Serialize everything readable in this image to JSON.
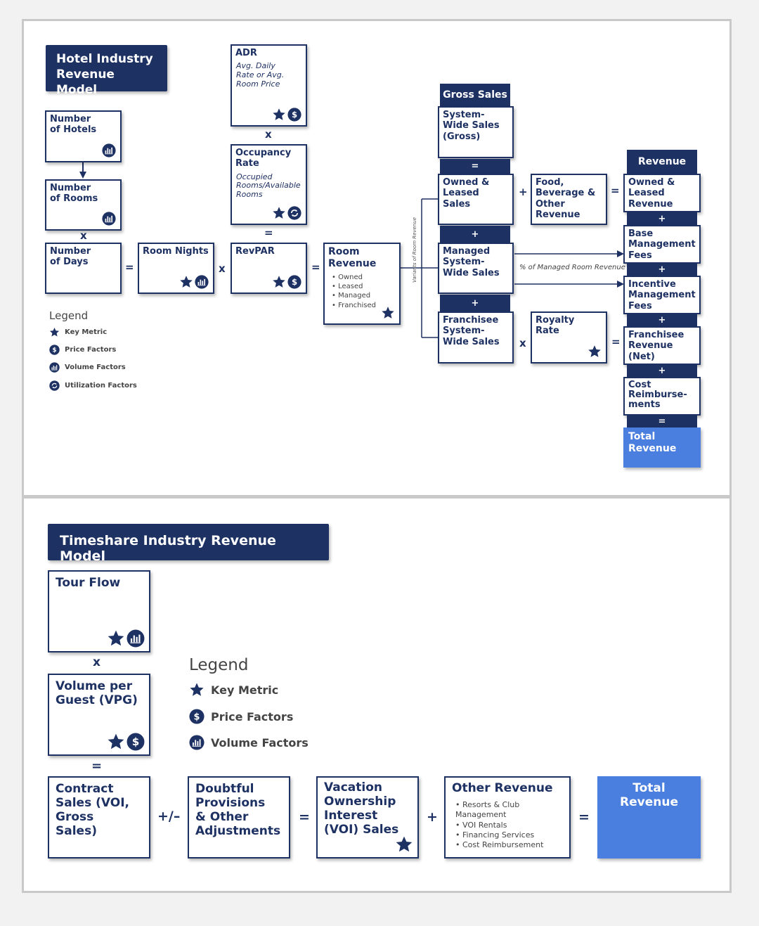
{
  "hotel": {
    "title_line1": "Hotel Industry",
    "title_line2": "Revenue Model",
    "number_of_hotels": "Number of Hotels",
    "number_of_rooms": "Number of Rooms",
    "number_of_days": "Number of Days",
    "room_nights": "Room Nights",
    "adr": "ADR",
    "adr_sub": "Avg. Daily Rate or Avg. Room Price",
    "occupancy": "Occupancy Rate",
    "occupancy_sub": "Occupied Rooms/Available Rooms",
    "revpar": "RevPAR",
    "room_revenue": "Room Revenue",
    "room_revenue_items": [
      "Owned",
      "Leased",
      "Managed",
      "Franchised"
    ],
    "variants_label": "Variants of Room Revenue",
    "gross_sales_header": "Gross Sales",
    "system_wide_sales": "System-Wide Sales (Gross)",
    "owned_leased_sales": "Owned & Leased Sales",
    "managed_sales": "Managed System-Wide Sales",
    "franchisee_sales": "Franchisee System-Wide Sales",
    "food_beverage": "Food, Beverage & Other Revenue",
    "royalty_rate": "Royalty Rate",
    "managed_pct_label": "% of Managed Room Revenue",
    "revenue_header": "Revenue",
    "owned_leased_revenue": "Owned & Leased Revenue",
    "base_fees": "Base Management Fees",
    "incentive_fees": "Incentive Management Fees",
    "franchisee_revenue": "Franchisee Revenue (Net)",
    "cost_reimbursements": "Cost Reimburse-ments",
    "total_revenue": "Total Revenue",
    "legend_title": "Legend",
    "legend_key": "Key Metric",
    "legend_price": "Price Factors",
    "legend_volume": "Volume Factors",
    "legend_util": "Utilization Factors"
  },
  "timeshare": {
    "title": "Timeshare Industry Revenue Model",
    "tour_flow": "Tour Flow",
    "vpg": "Volume per Guest (VPG)",
    "contract_sales": "Contract Sales (VOI, Gross Sales)",
    "doubtful": "Doubtful Provisions & Other Adjustments",
    "voi_sales": "Vacation Ownership Interest (VOI) Sales",
    "other_revenue": "Other Revenue",
    "other_items": [
      "Resorts & Club Management",
      "VOI Rentals",
      "Financing Services",
      "Cost Reimbursement"
    ],
    "total_revenue": "Total Revenue",
    "legend_title": "Legend",
    "legend_key": "Key Metric",
    "legend_price": "Price Factors",
    "legend_volume": "Volume Factors"
  },
  "ops": {
    "times": "x",
    "equals": "=",
    "plus": "+",
    "plusminus": "+/–"
  },
  "icons": {
    "price": "$",
    "volume": "bar-chart",
    "utilization": "refresh",
    "key": "star"
  },
  "colors": {
    "navy": "#1e3163",
    "blue": "#4a7fe0",
    "border": "#c9c9c9"
  }
}
